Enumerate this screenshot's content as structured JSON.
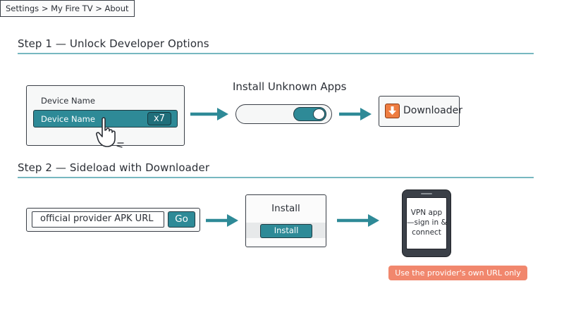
{
  "step1": {
    "title": "Step 1 — Unlock Developer Options",
    "breadcrumb": "Settings > My Fire TV > About",
    "device_label": "Device Name",
    "device_row_label": "Device Name",
    "tap_count": "x7",
    "toggle_title": "Install Unknown Apps",
    "toggle_state": "on",
    "downloader_label": "Downloader"
  },
  "step2": {
    "title": "Step 2 — Sideload with Downloader",
    "url_value": "official provider APK URL",
    "go_label": "Go",
    "install_title": "Install",
    "install_button": "Install",
    "phone_lines": [
      "VPN app",
      "—sign in &",
      "connect"
    ],
    "note": "Use the provider's own URL only"
  },
  "colors": {
    "teal": "#2e8a97",
    "rule": "#4aa0ab",
    "orange": "#ee7d41",
    "note": "#f1876d",
    "outline": "#3a3f47"
  },
  "icons": [
    "pointing-hand-icon",
    "arrow-right-icon",
    "download-icon",
    "phone-icon"
  ]
}
